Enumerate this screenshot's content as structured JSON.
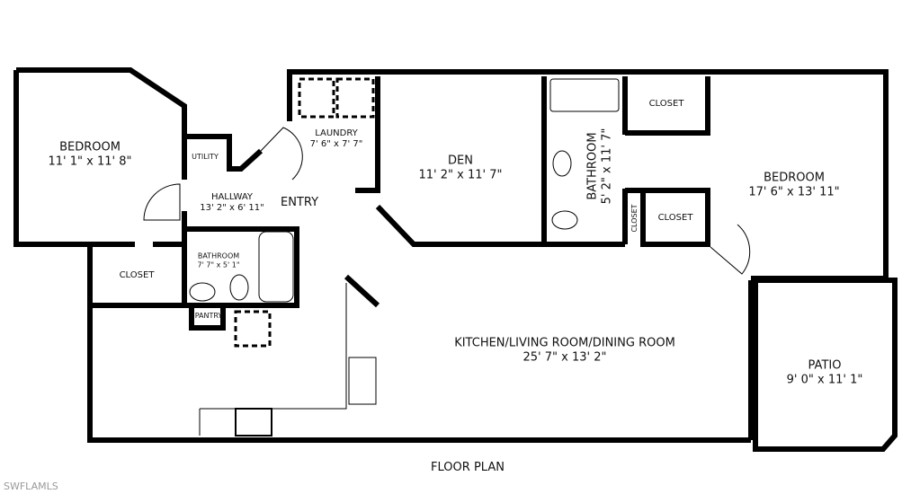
{
  "title": "FLOOR PLAN",
  "watermark": "SWFLAMLS",
  "rooms": [
    {
      "name": "BEDROOM",
      "size": "11' 1\" x 11' 8\""
    },
    {
      "name": "UTILITY",
      "size": ""
    },
    {
      "name": "HALLWAY",
      "size": "13' 2\" x 6' 11\""
    },
    {
      "name": "ENTRY",
      "size": ""
    },
    {
      "name": "LAUNDRY",
      "size": "7' 6\" x 7' 7\""
    },
    {
      "name": "DEN",
      "size": "11' 2\" x 11' 7\""
    },
    {
      "name": "BATHROOM",
      "size": "5' 2\" x 11' 7\""
    },
    {
      "name": "CLOSET",
      "size": ""
    },
    {
      "name": "CLOSET",
      "size": ""
    },
    {
      "name": "CLOSET",
      "size": ""
    },
    {
      "name": "BEDROOM",
      "size": "17' 6\" x 13' 11\""
    },
    {
      "name": "CLOSET",
      "size": ""
    },
    {
      "name": "BATHROOM",
      "size": "7' 7\" x 5' 1\""
    },
    {
      "name": "PANTRY",
      "size": ""
    },
    {
      "name": "KITCHEN/LIVING ROOM/DINING ROOM",
      "size": "25' 7\" x 13' 2\""
    },
    {
      "name": "PATIO",
      "size": "9' 0\" x 11' 1\""
    }
  ]
}
